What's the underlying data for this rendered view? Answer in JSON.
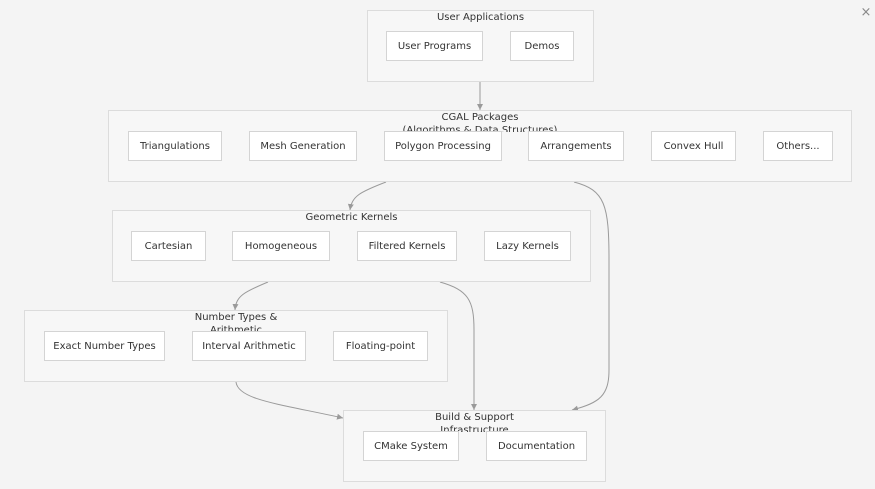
{
  "close_label": "×",
  "clusters": {
    "user_apps": {
      "title": "User Applications",
      "title2": ""
    },
    "cgal_packages": {
      "title": "CGAL Packages",
      "title2": "(Algorithms & Data Structures)"
    },
    "geometric_kernels": {
      "title": "Geometric Kernels",
      "title2": ""
    },
    "number_types": {
      "title": "Number Types &",
      "title2": "Arithmetic"
    },
    "build_support": {
      "title": "Build & Support",
      "title2": "Infrastructure"
    }
  },
  "nodes": {
    "user_programs": "User Programs",
    "demos": "Demos",
    "triangulations": "Triangulations",
    "mesh_generation": "Mesh Generation",
    "polygon_processing": "Polygon Processing",
    "arrangements": "Arrangements",
    "convex_hull": "Convex Hull",
    "others": "Others...",
    "cartesian": "Cartesian",
    "homogeneous": "Homogeneous",
    "filtered_kernels": "Filtered Kernels",
    "lazy_kernels": "Lazy Kernels",
    "exact_number_types": "Exact Number Types",
    "interval_arithmetic": "Interval Arithmetic",
    "floating_point": "Floating-point",
    "cmake_system": "CMake System",
    "documentation": "Documentation"
  },
  "edges": [
    {
      "from": "User Applications",
      "to": "CGAL Packages"
    },
    {
      "from": "CGAL Packages",
      "to": "Geometric Kernels"
    },
    {
      "from": "CGAL Packages",
      "to": "Build & Support Infrastructure"
    },
    {
      "from": "Geometric Kernels",
      "to": "Number Types & Arithmetic"
    },
    {
      "from": "Geometric Kernels",
      "to": "Build & Support Infrastructure"
    },
    {
      "from": "Number Types & Arithmetic",
      "to": "Build & Support Infrastructure"
    }
  ],
  "colors": {
    "edge": "#9a9a9a",
    "cluster_fill": "#f7f7f7",
    "node_fill": "#ffffff"
  }
}
